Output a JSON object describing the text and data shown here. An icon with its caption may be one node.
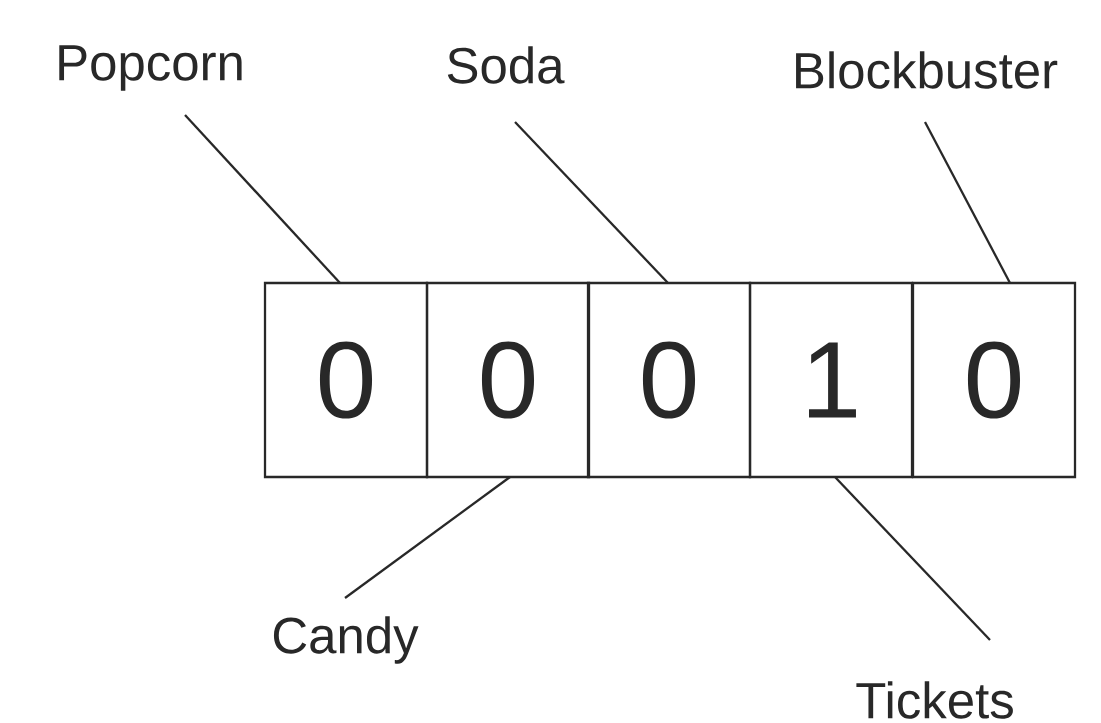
{
  "diagram": {
    "nodes": [
      {
        "text": [
          "Popcorn"
        ]
      },
      {
        "text": [
          "Soda"
        ]
      },
      {
        "text": [
          "Blockbuster"
        ]
      },
      {
        "text": [
          "0"
        ]
      },
      {
        "text": [
          "0"
        ]
      },
      {
        "text": [
          "0"
        ]
      },
      {
        "text": [
          "1"
        ]
      },
      {
        "text": [
          "0"
        ]
      },
      {
        "text": [
          "Candy"
        ]
      },
      {
        "text": [
          "Tickets"
        ]
      }
    ],
    "edges": [
      {
        "from": 0,
        "to": 3,
        "arrow": "none"
      },
      {
        "from": 1,
        "to": 5,
        "arrow": "none"
      },
      {
        "from": 2,
        "to": 7,
        "arrow": "none"
      },
      {
        "from": 8,
        "to": 4,
        "arrow": "none"
      },
      {
        "from": 9,
        "to": 6,
        "arrow": "none"
      }
    ]
  }
}
